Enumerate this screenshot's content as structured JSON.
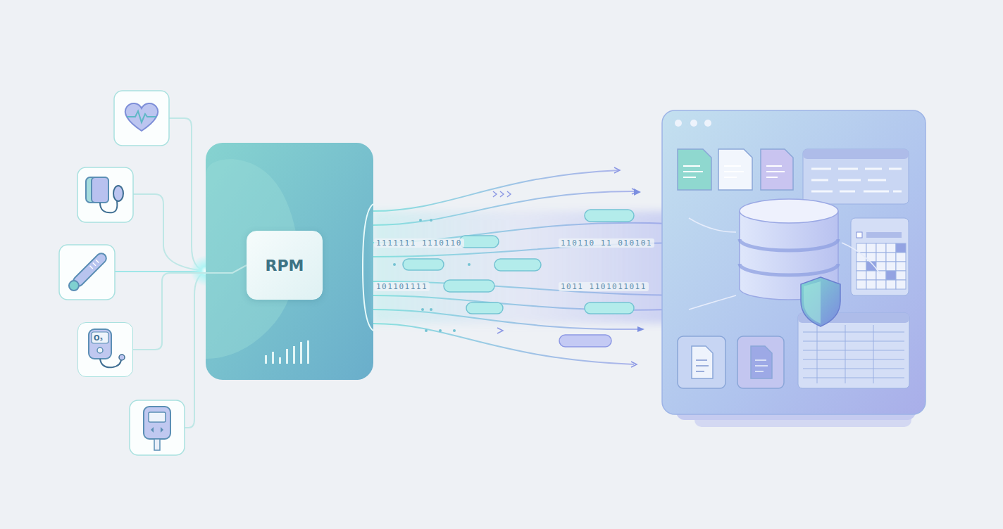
{
  "diagram": {
    "nodes": [
      {
        "text": [
          "RPM"
        ]
      },
      {
        "text": [
          "O₃"
        ]
      }
    ],
    "edges": [
      {
        "from": 1,
        "to": 0,
        "arrow": "none"
      }
    ],
    "labels": [
      "1111111 1110110",
      "110110 11 010101",
      "101101111",
      "1011 1101011011"
    ]
  }
}
